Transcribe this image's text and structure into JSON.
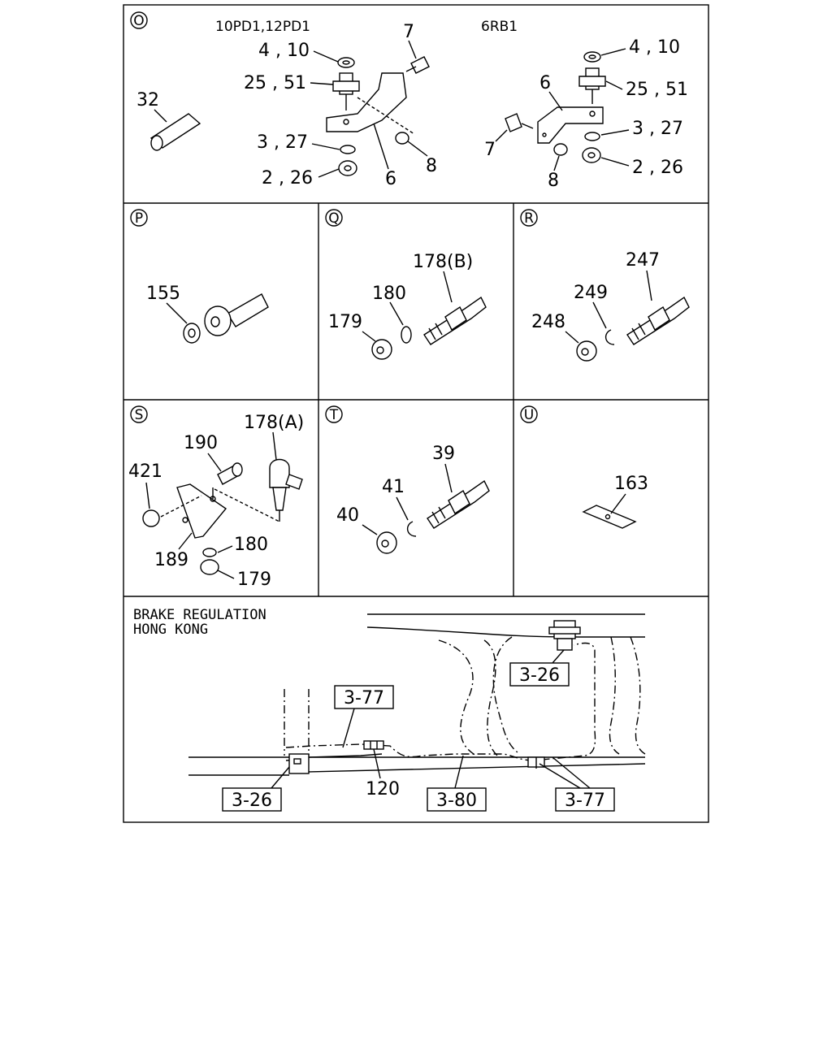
{
  "panels": {
    "O": {
      "letter": "O",
      "model_left": "10PD1,12PD1",
      "model_right": "6RB1",
      "labels_left": [
        "7",
        "4 , 10",
        "25 , 51",
        "32",
        "3 , 27",
        "2 , 26",
        "6",
        "8"
      ],
      "labels_right": [
        "4 , 10",
        "6",
        "25 , 51",
        "3 , 27",
        "7",
        "8",
        "2 , 26"
      ]
    },
    "P": {
      "letter": "P",
      "labels": [
        "155"
      ]
    },
    "Q": {
      "letter": "Q",
      "labels": [
        "178(B)",
        "180",
        "179"
      ]
    },
    "R": {
      "letter": "R",
      "labels": [
        "247",
        "249",
        "248"
      ]
    },
    "S": {
      "letter": "S",
      "labels": [
        "178(A)",
        "190",
        "421",
        "180",
        "189",
        "179"
      ]
    },
    "T": {
      "letter": "T",
      "labels": [
        "39",
        "41",
        "40"
      ]
    },
    "U": {
      "letter": "U",
      "labels": [
        "163"
      ]
    }
  },
  "brake": {
    "title_line1": "BRAKE REGULATION",
    "title_line2": "HONG KONG",
    "refs": [
      "3-26",
      "3-77",
      "3-26",
      "3-80",
      "3-77"
    ],
    "part_labels": [
      "120"
    ]
  }
}
